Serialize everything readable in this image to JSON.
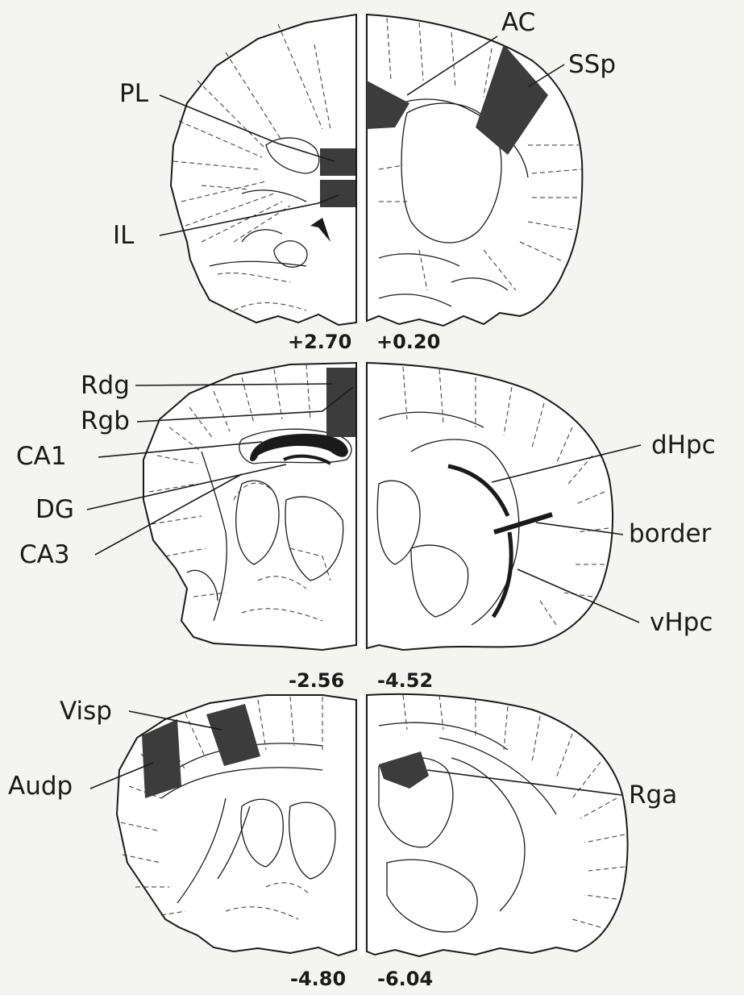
{
  "colors": {
    "region_fill": "#3c3c3c",
    "line": "#1a1a1a",
    "background": "#f4f4f2"
  },
  "sections": {
    "top": {
      "left_coord": "+2.70",
      "right_coord": "+0.20",
      "labels": {
        "pl": "PL",
        "il": "IL",
        "ac": "AC",
        "ssp": "SSp"
      }
    },
    "middle": {
      "left_coord": "-2.56",
      "right_coord": "-4.52",
      "labels": {
        "rdg": "Rdg",
        "rgb": "Rgb",
        "ca1": "CA1",
        "dg": "DG",
        "ca3": "CA3",
        "dhpc": "dHpc",
        "border": "border",
        "vhpc": "vHpc"
      }
    },
    "bottom": {
      "left_coord": "-4.80",
      "right_coord": "-6.04",
      "labels": {
        "visp": "Visp",
        "audp": "Audp",
        "rga": "Rga"
      }
    }
  }
}
